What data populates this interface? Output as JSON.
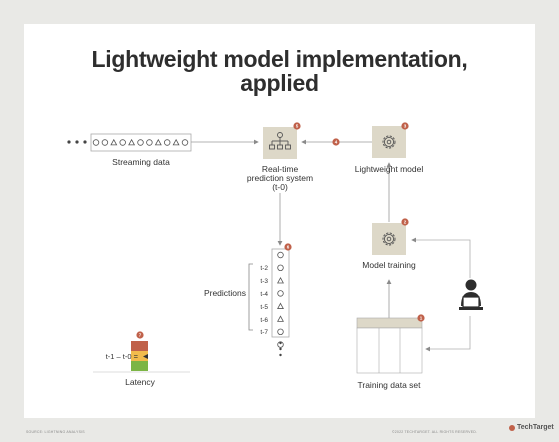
{
  "title": {
    "line1": "Lightweight model implementation,",
    "line2": "applied"
  },
  "labels": {
    "streaming_data": "Streaming data",
    "prediction_system_line1": "Real-time",
    "prediction_system_line2": "prediction system",
    "prediction_system_line3": "(t-0)",
    "lightweight_model": "Lightweight model",
    "model_training": "Model training",
    "predictions": "Predictions",
    "training_data_set": "Training data set",
    "latency": "Latency",
    "latency_formula": "t-1 – t-0 ="
  },
  "steps": [
    "1",
    "2",
    "3",
    "4",
    "5",
    "6",
    "7"
  ],
  "prediction_times": [
    "t-2",
    "t-3",
    "t-4",
    "t-5",
    "t-6",
    "t-7"
  ],
  "prediction_shapes": [
    "circle",
    "circle",
    "triangle",
    "circle",
    "triangle",
    "triangle",
    "circle",
    "circle"
  ],
  "stream_shapes": [
    "circle",
    "circle",
    "triangle",
    "circle",
    "triangle",
    "circle",
    "circle",
    "triangle",
    "circle",
    "triangle",
    "circle"
  ],
  "latency_colors": [
    "#c0614a",
    "#f2bb4c",
    "#7cb545"
  ],
  "colors": {
    "badge": "#c0614a",
    "icon_box": "#ddd8c8",
    "line": "#9a9a9a"
  },
  "footer": {
    "source": "SOURCE: LIGHTNING ANALYSIS",
    "copyright": "©2022 TECHTARGET. ALL RIGHTS RESERVED.",
    "brand": "TechTarget"
  }
}
